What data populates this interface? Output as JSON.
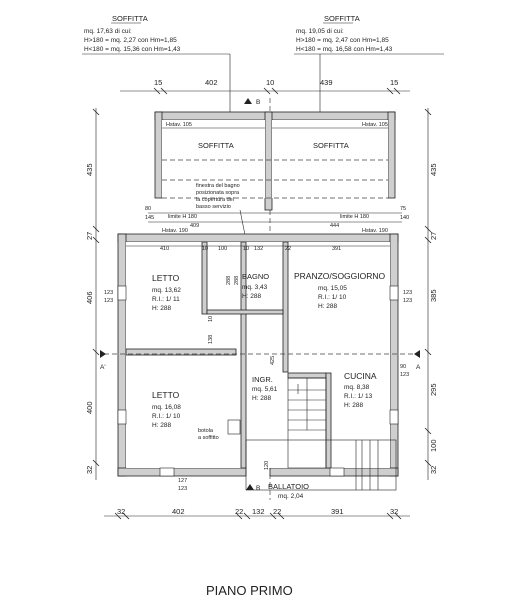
{
  "title": "PIANO PRIMO",
  "attics": [
    {
      "name": "SOFFITTA",
      "area": "mq. 17,63 di cui:",
      "line1": "H>180 = mq.   2,27 con Hm=1,85",
      "line2": "H<180 = mq. 15,36 con Hm=1,43",
      "hstav": "Hstav. 105"
    },
    {
      "name": "SOFFITTA",
      "area": "mq. 19,05 di cui:",
      "line1": "H>180 = mq.   2,47 con Hm=1,85",
      "line2": "H<180 = mq. 16,58 con Hm=1,43",
      "hstav": "Hstav. 105"
    }
  ],
  "rooms": {
    "letto1": {
      "name": "LETTO",
      "area": "mq.  13,62",
      "ri": "R.I.: 1/ 11",
      "h": "H: 288"
    },
    "bagno": {
      "name": "BAGNO",
      "area": "mq. 3,43",
      "h": "H: 288"
    },
    "pranzo": {
      "name": "PRANZO/SOGGIORNO",
      "area": "mq.  15,05",
      "ri": "R.I.:  1/ 10",
      "h": "H: 288"
    },
    "ingr": {
      "name": "INGR.",
      "area": "mq. 5,61",
      "h": "H: 288"
    },
    "cucina": {
      "name": "CUCINA",
      "area": "mq.  8,38",
      "ri": "R.I.:  1/ 13",
      "h": "H: 288"
    },
    "letto2": {
      "name": "LETTO",
      "area": "mq.  16,08",
      "ri": "R.I.: 1/ 10",
      "h": "H: 288"
    },
    "ballatoio": {
      "name": "BALLATOIO",
      "area": "mq.  2,04"
    }
  },
  "notes": {
    "finestra": [
      "finestra del bagno",
      "posizionata sopra",
      "la copertura del",
      "basso servizio"
    ],
    "botola": [
      "botola",
      "a soffitto"
    ],
    "limite_l": "limite H 180",
    "limite_r": "limite H 180",
    "hstav_l": "Hstav. 190",
    "hstav_r": "Hstav. 190"
  },
  "section": {
    "b_top": "B",
    "b_bottom": "B",
    "a_left": "A'",
    "a_right": "A"
  },
  "dims": {
    "top": [
      "15",
      "402",
      "10",
      "439",
      "15"
    ],
    "bottom": [
      "32",
      "402",
      "22",
      "132",
      "22",
      "391",
      "32"
    ],
    "inner_top": [
      "410",
      "10",
      "100",
      "10",
      "132",
      "22",
      "391"
    ],
    "wall_mid": [
      "409",
      "444"
    ],
    "left": [
      "435",
      "27",
      "406",
      "400",
      "32"
    ],
    "right": [
      "435",
      "27",
      "385",
      "295",
      "100",
      "32"
    ],
    "misc": [
      "80",
      "145",
      "75",
      "140",
      "123",
      "123",
      "123",
      "123",
      "90",
      "123",
      "127",
      "123",
      "138",
      "10",
      "425",
      "288",
      "288",
      "120"
    ]
  }
}
